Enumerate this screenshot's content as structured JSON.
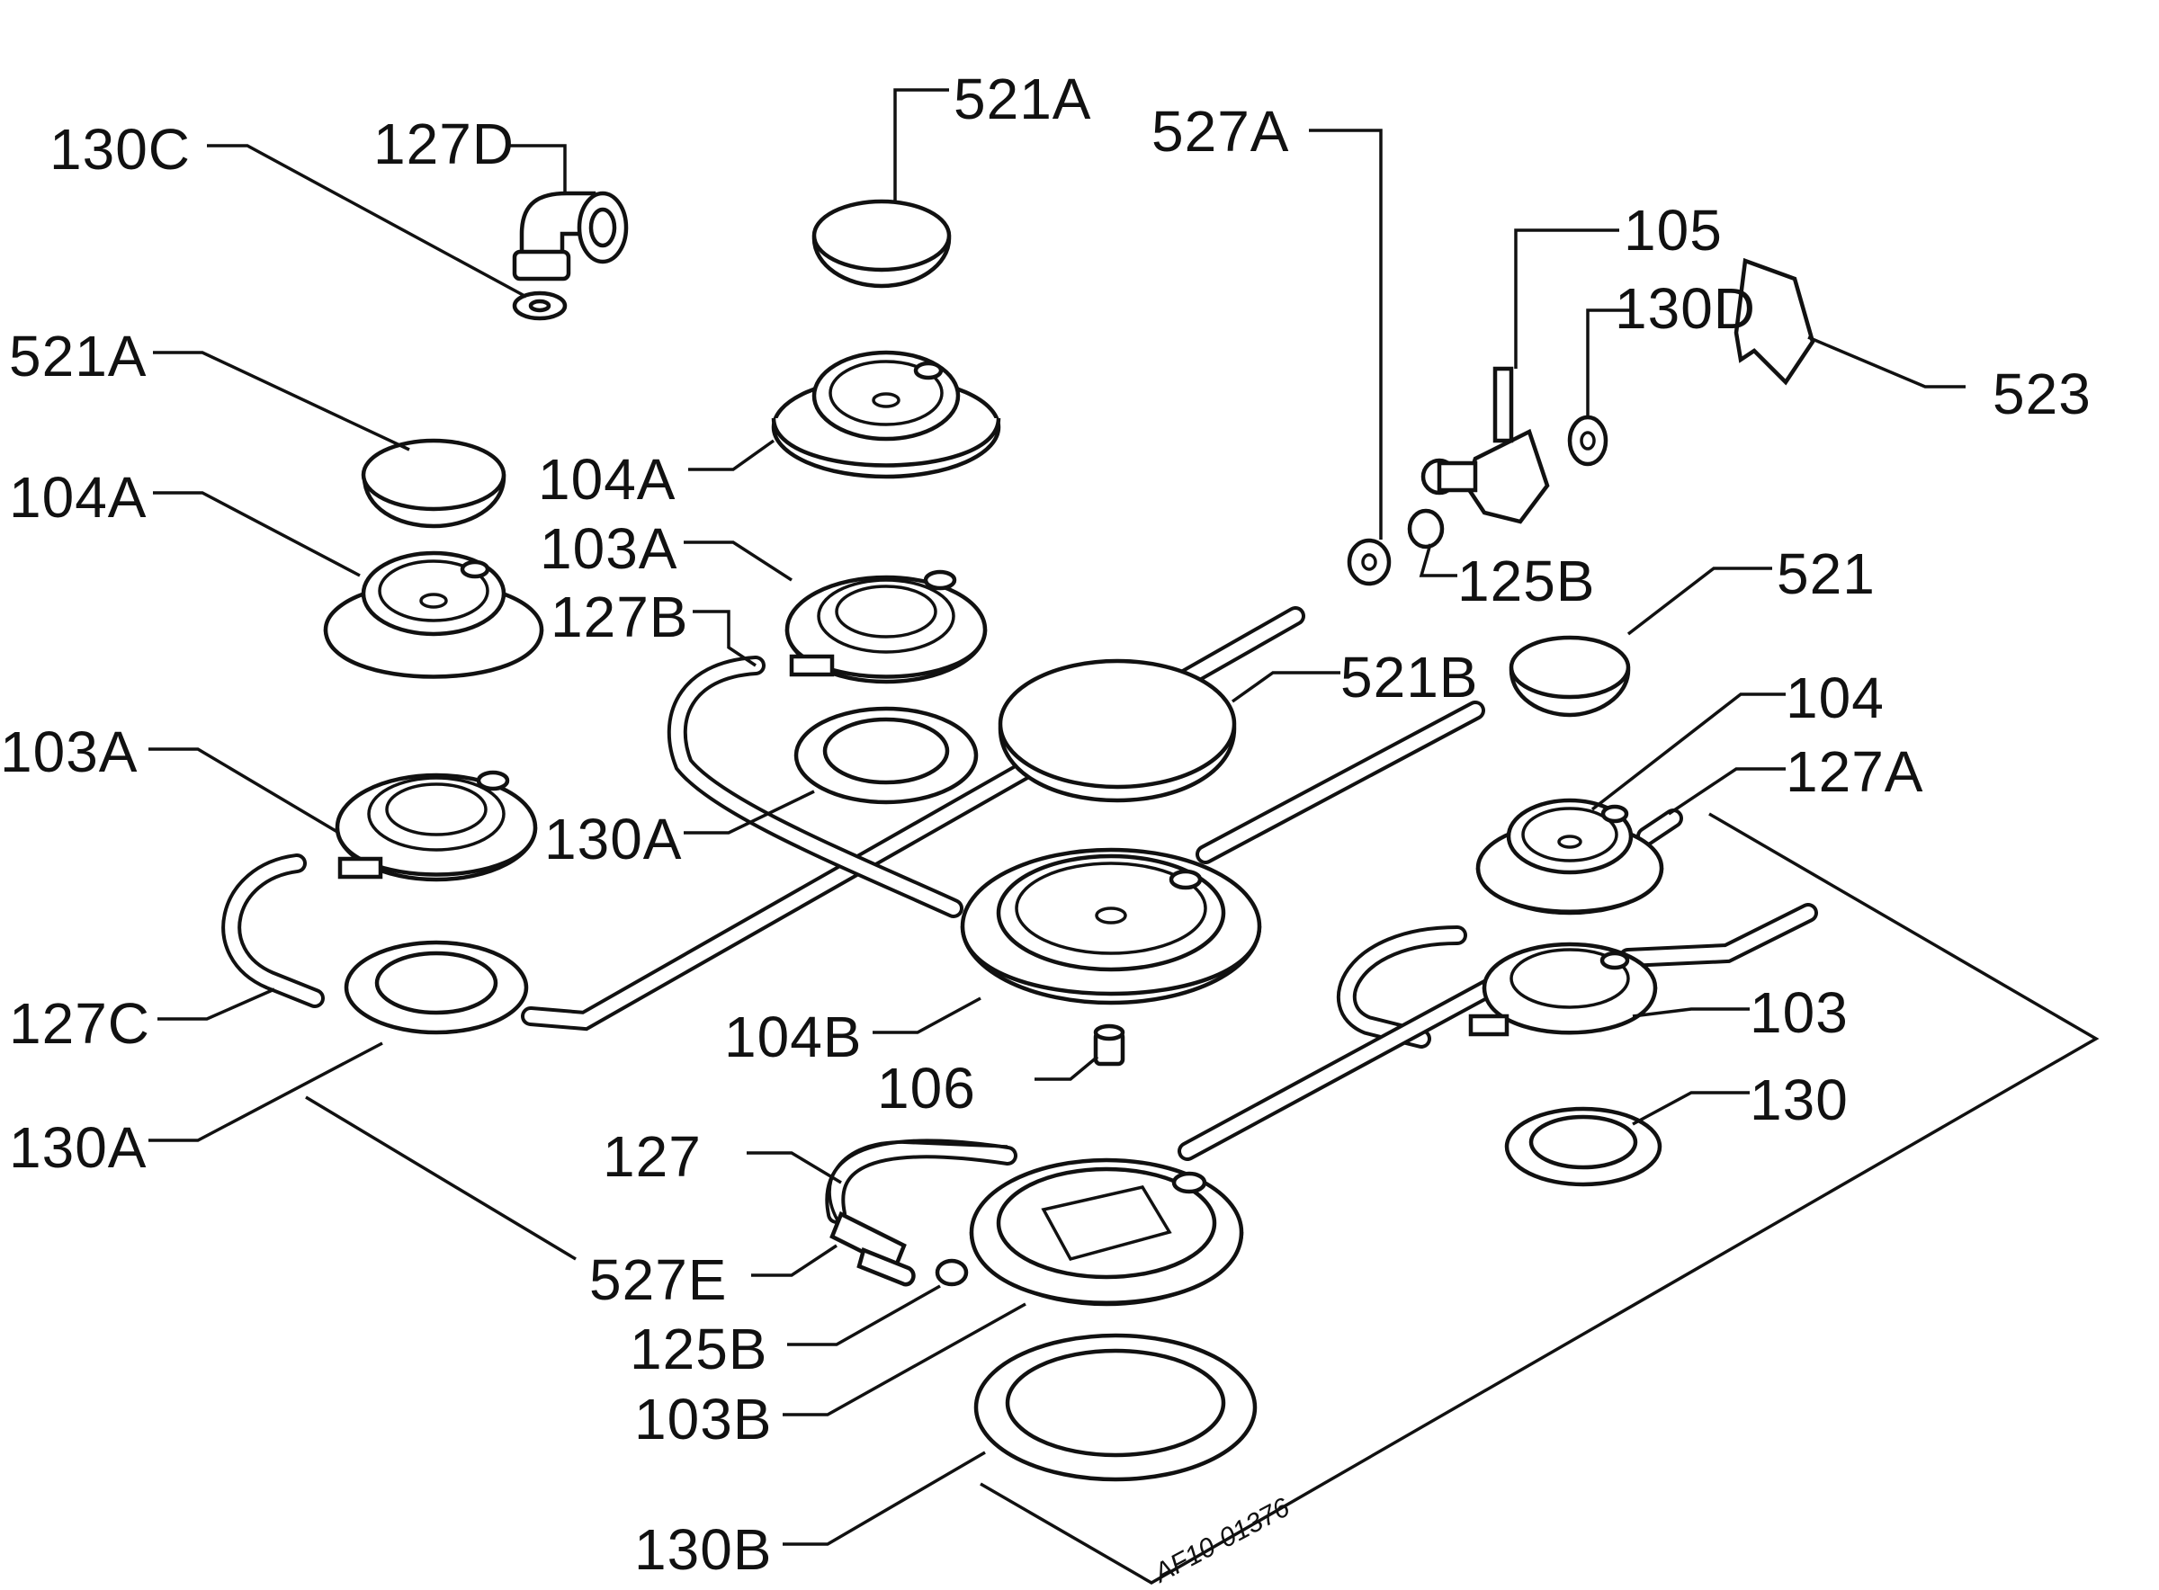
{
  "labels": {
    "l130C": "130C",
    "l127D": "127D",
    "l521A_top": "521A",
    "l527A": "527A",
    "l105": "105",
    "l130D": "130D",
    "l523": "523",
    "l521A_left": "521A",
    "l104A_left": "104A",
    "l104A_mid": "104A",
    "l103A_mid": "103A",
    "l127B": "127B",
    "l125B_top": "125B",
    "l521": "521",
    "l521B": "521B",
    "l104": "104",
    "l127A": "127A",
    "l103A_left": "103A",
    "l130A_mid": "130A",
    "l127C": "127C",
    "l104B": "104B",
    "l103": "103",
    "l106": "106",
    "l130": "130",
    "l130A_left": "130A",
    "l127": "127",
    "l527E": "527E",
    "l125B_bottom": "125B",
    "l103B": "103B",
    "l130B": "130B"
  },
  "drawing_code": "AF10-01376"
}
